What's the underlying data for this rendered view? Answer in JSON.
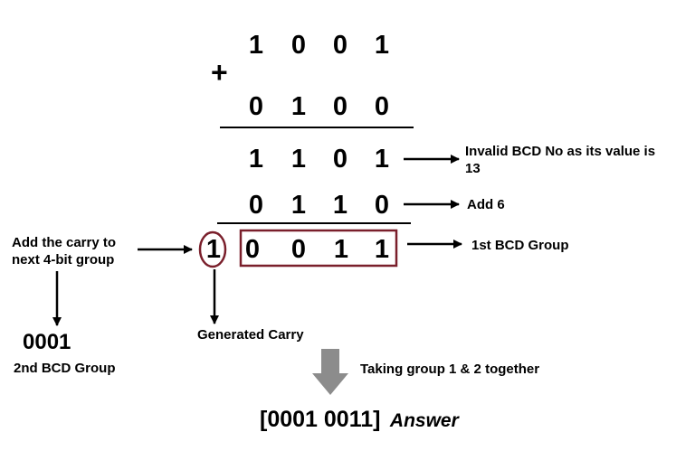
{
  "operator": "+",
  "rows": {
    "addend1": [
      "1",
      "0",
      "0",
      "1"
    ],
    "addend2": [
      "0",
      "1",
      "0",
      "0"
    ],
    "sum": [
      "1",
      "1",
      "0",
      "1"
    ],
    "correction": [
      "0",
      "1",
      "1",
      "0"
    ],
    "carry": "1",
    "result": [
      "0",
      "0",
      "1",
      "1"
    ]
  },
  "notes": {
    "invalid_line1": "Invalid BCD No as its value is",
    "invalid_line2": "13",
    "add6": "Add 6",
    "first_group": "1st BCD Group",
    "carry_line1": "Add the carry to",
    "carry_line2": "next 4-bit group",
    "generated_carry": "Generated Carry",
    "second_group_value": "0001",
    "second_group_label": "2nd BCD Group",
    "taking_groups": "Taking group 1 & 2 together",
    "answer_value": "[0001 0011]",
    "answer_word": "Answer"
  },
  "colors": {
    "highlight": "#7a1f2b",
    "down_arrow": "#8c8c8c"
  }
}
